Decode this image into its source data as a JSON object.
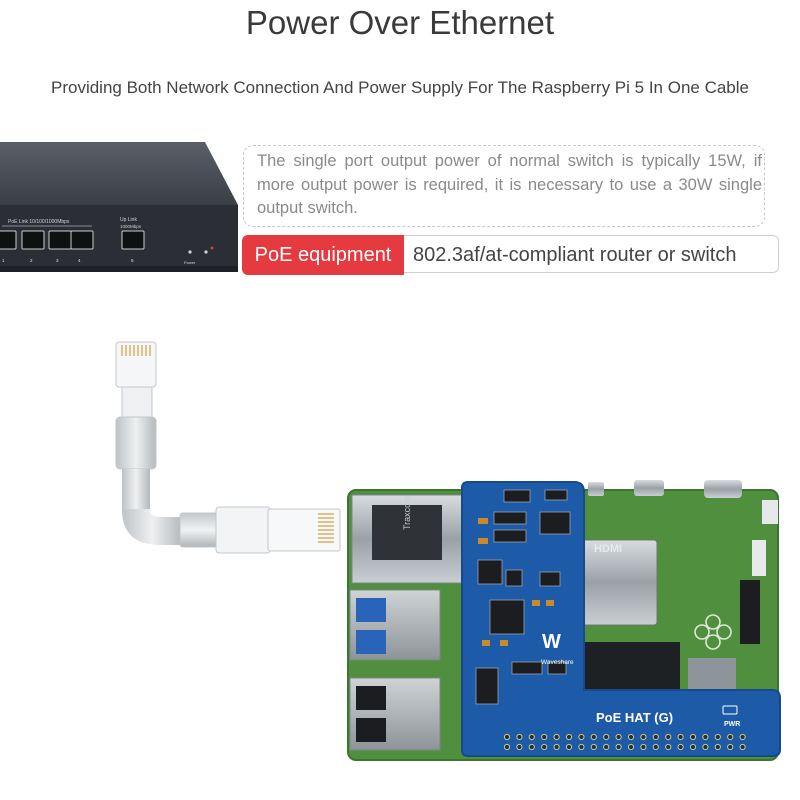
{
  "title": "Power Over Ethernet",
  "subtitle": "Providing Both Network Connection And Power Supply For The Raspberry Pi 5 In One Cable",
  "note": "The single port output power of normal switch is typically 15W, if more output power is required, it is necessary to use a 30W single output switch.",
  "poe_equipment": {
    "label": "PoE equipment",
    "description": "802.3af/at-compliant router or switch"
  },
  "switch": {
    "port_group_label": "PoE Link  10/100/1000Mbps",
    "uplink_label": "Up Link",
    "uplink_speed": "1000Mbps",
    "power_label": "Power",
    "port_numbers": [
      "1",
      "2",
      "3",
      "4"
    ],
    "uplink_number": "5"
  },
  "hat": {
    "name": "PoE HAT (G)",
    "brand": "Waveshare",
    "pwr_label": "PWR"
  },
  "pi": {
    "transformer_brand": "Traxcom",
    "hdmi_label": "HDMI"
  },
  "colors": {
    "accent_red": "#e53a40",
    "hat_blue": "#1d5aa8",
    "pi_green": "#4f8f3e",
    "switch_body": "#3a3f46"
  }
}
